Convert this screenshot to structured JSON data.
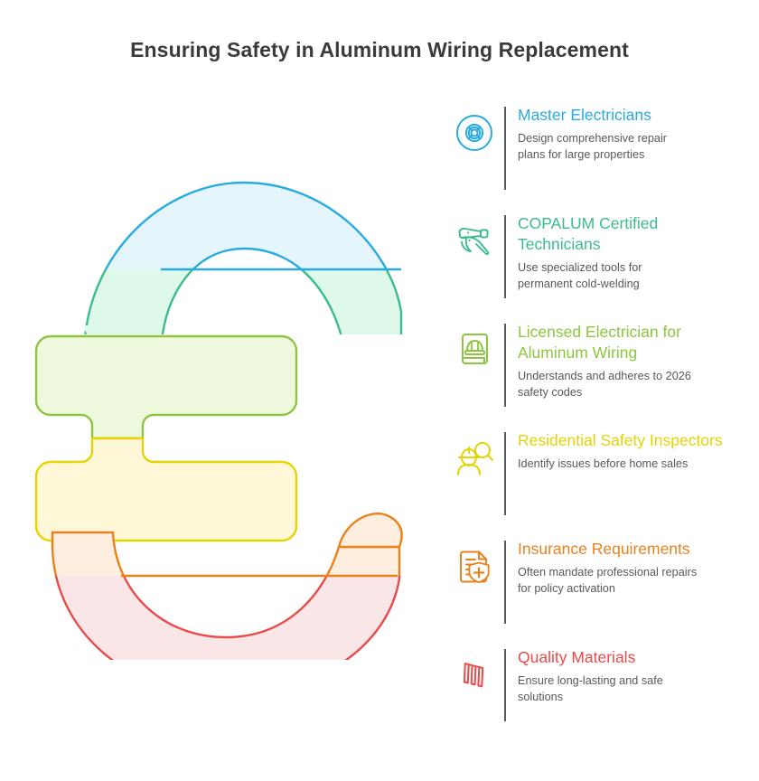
{
  "title": "Ensuring Safety in Aluminum Wiring Replacement",
  "palette": {
    "blue": "#29ABE2",
    "green": "#3CBC8D",
    "lime": "#8CC63F",
    "yellow": "#E5D302",
    "orange": "#E8821E",
    "red": "#E94B4B",
    "blue_fill": "#E4F5FC",
    "green_fill": "#DEF8EA",
    "lime_fill": "#EEF8DC",
    "yellow_fill": "#FEF8D9",
    "orange_fill": "#FDEEDF",
    "red_fill": "#FBE6E7",
    "divider": "#58595b",
    "body_text": "#58595b",
    "title_text": "#3b3b3b"
  },
  "items": [
    {
      "icon": "wheel-hub-icon",
      "heading": "Master Electricians",
      "description": "Design comprehensive repair plans for large properties",
      "color": "#29ABE2"
    },
    {
      "icon": "crimping-pliers-icon",
      "heading": "COPALUM Certified Technicians",
      "description": "Use specialized tools for permanent cold-welding",
      "color": "#3CBC8D"
    },
    {
      "icon": "codebook-hardhat-icon",
      "heading": "Licensed Electrician for Aluminum Wiring",
      "description": "Understands and adheres to 2026 safety codes",
      "color": "#8CC63F"
    },
    {
      "icon": "inspector-magnifier-icon",
      "heading": "Residential Safety Inspectors",
      "description": "Identify issues before home sales",
      "color": "#E5D302"
    },
    {
      "icon": "document-shield-icon",
      "heading": "Insurance Requirements",
      "description": "Often mandate professional repairs for policy activation",
      "color": "#E8821E"
    },
    {
      "icon": "wire-coil-icon",
      "heading": "Quality Materials",
      "description": "Ensure long-lasting and safe solutions",
      "color": "#E94B4B"
    }
  ],
  "illustration": {
    "name": "letter-e-banded-glyph",
    "band_count": 6,
    "band_colors": [
      "#29ABE2",
      "#3CBC8D",
      "#8CC63F",
      "#E5D302",
      "#E8821E",
      "#E94B4B"
    ]
  }
}
